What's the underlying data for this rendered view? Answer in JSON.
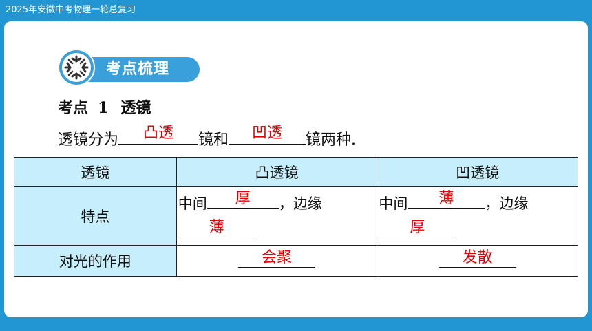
{
  "header": {
    "title": "2025年安徽中考物理一轮总复习"
  },
  "badge": {
    "label": "考点梳理",
    "icon": "asterisk-icon"
  },
  "section": {
    "prefix": "考点",
    "number": "1",
    "topic": "透镜"
  },
  "sentence": {
    "part1": "透镜分为",
    "answer1": "凸透",
    "part2": "镜和",
    "answer2": "凹透",
    "part3": "镜两种."
  },
  "table": {
    "headers": [
      "透镜",
      "凸透镜",
      "凹透镜"
    ],
    "rows": [
      {
        "label": "特点",
        "convex": {
          "pre": "中间",
          "ans_mid": "厚",
          "mid": "，边缘",
          "ans_edge": "薄"
        },
        "concave": {
          "pre": "中间",
          "ans_mid": "薄",
          "mid": "，边缘",
          "ans_edge": "厚"
        }
      },
      {
        "label": "对光的作用",
        "convex": {
          "ans": "会聚"
        },
        "concave": {
          "ans": "发散"
        }
      }
    ]
  },
  "colors": {
    "frame": "#2196d3",
    "badge": "#3aa0dc",
    "header_cell": "#c7eefb",
    "answer": "#e60000"
  }
}
